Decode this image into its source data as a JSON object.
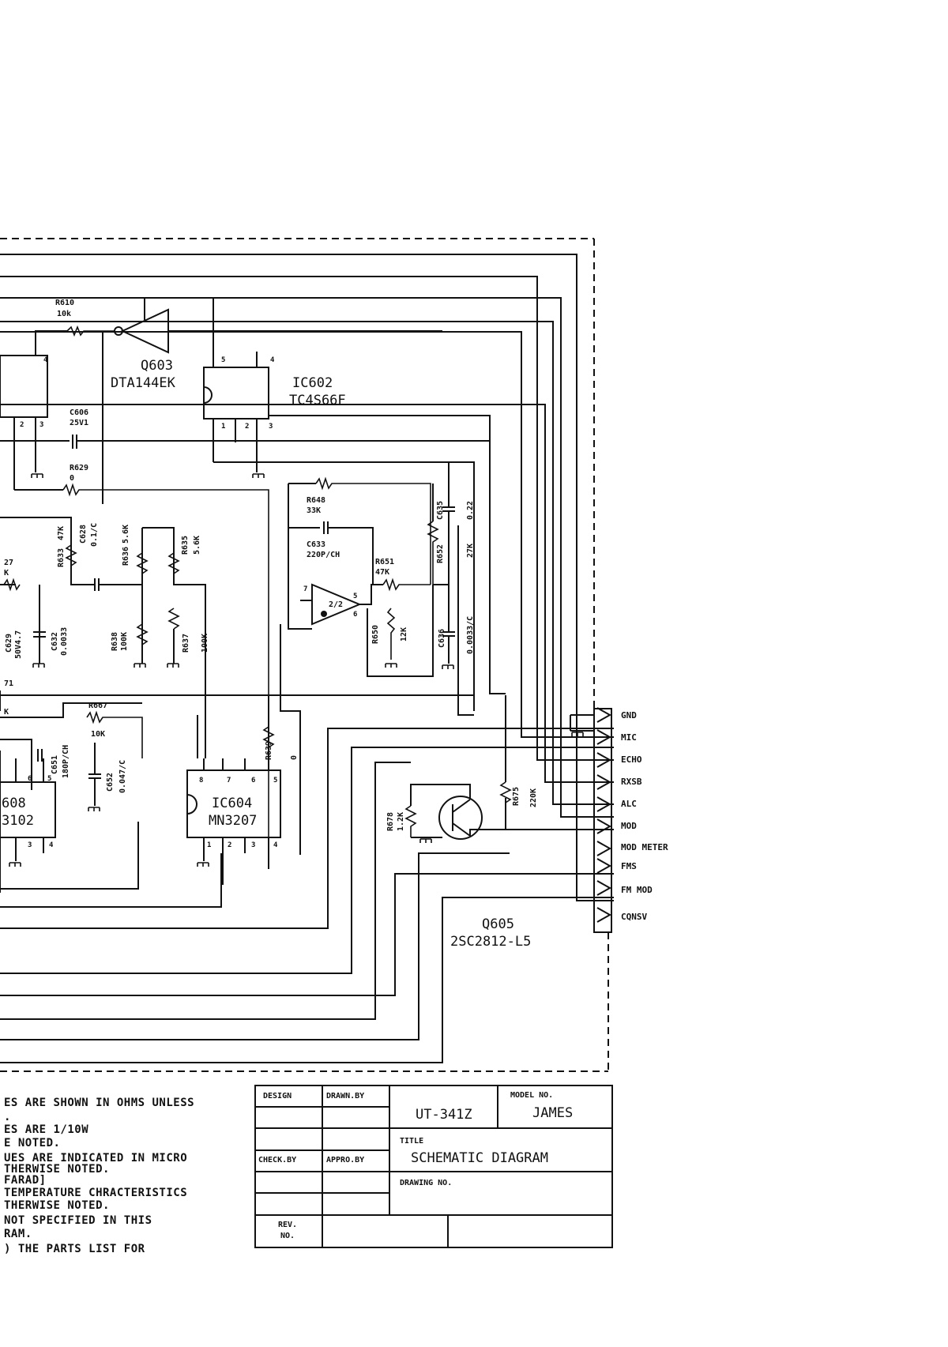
{
  "components": {
    "r610": {
      "ref": "R610",
      "value": "10k"
    },
    "q603": {
      "ref": "Q603",
      "part": "DTA144EK"
    },
    "ic602": {
      "ref": "IC602",
      "part": "TC4S66F",
      "pins": [
        "5",
        "4",
        "1",
        "2",
        "3"
      ]
    },
    "ic_left": {
      "pins": [
        "4",
        "2",
        "3"
      ]
    },
    "c606": {
      "ref": "C606",
      "value": "25V1"
    },
    "r629": {
      "ref": "R629",
      "value": "0"
    },
    "r648": {
      "ref": "R648",
      "value": "33K"
    },
    "c633": {
      "ref": "C633",
      "value": "220P/CH"
    },
    "r651": {
      "ref": "R651",
      "value": "47K"
    },
    "r652": {
      "ref": "R652",
      "value": "27K"
    },
    "c635": {
      "ref": "C635",
      "value": "0.22"
    },
    "c636": {
      "ref": "C636",
      "value": "0.0033/C"
    },
    "r650": {
      "ref": "R650",
      "value": "12K"
    },
    "opamp": {
      "label": "2/2",
      "pins": [
        "7",
        "5",
        "6"
      ]
    },
    "r633": {
      "ref": "R633",
      "value": "47K"
    },
    "c628": {
      "ref": "C628",
      "value": "0.1/C"
    },
    "r636": {
      "ref": "R636",
      "value": "5.6K"
    },
    "r635": {
      "ref": "R635",
      "value": "5.6K"
    },
    "c629": {
      "ref": "C629",
      "value": "50V4.7"
    },
    "c632": {
      "ref": "C632",
      "value": "0.0033"
    },
    "r638": {
      "ref": "R638",
      "value": "100K"
    },
    "r637": {
      "ref": "R637",
      "value": "100K"
    },
    "r667": {
      "ref": "R667",
      "value": "10K"
    },
    "c651": {
      "ref": "C651",
      "value": "180P/CH"
    },
    "c652": {
      "ref": "C652",
      "value": "0.047/C"
    },
    "r639": {
      "ref": "R639",
      "value": "0"
    },
    "ic604": {
      "ref": "IC604",
      "part": "MN3207",
      "pins": [
        "8",
        "7",
        "6",
        "5",
        "1",
        "2",
        "3",
        "4"
      ]
    },
    "ic608": {
      "ref": "608",
      "part": "3102",
      "pins": [
        "6",
        "5",
        "3",
        "4"
      ]
    },
    "r678": {
      "ref": "R678",
      "value": "1.2K"
    },
    "r675": {
      "ref": "R675",
      "value": "220K"
    },
    "q605": {
      "ref": "Q605",
      "part": "2SC2812-L5"
    },
    "left_frag": {
      "r627": "27",
      "r627v": "K",
      "ref_a": "71",
      "ref_b": "K"
    }
  },
  "connector_labels": [
    "GND",
    "MIC",
    "ECHO",
    "RXSB",
    "ALC",
    "MOD",
    "MOD METER",
    "FMS",
    "FM MOD",
    "CQNSV"
  ],
  "notes": [
    "ES ARE SHOWN IN OHMS UNLESS",
    ".",
    "ES ARE   1/10W",
    "E NOTED.",
    "UES ARE INDICATED IN MICRO",
    "THERWISE NOTED.",
    "FARAD]",
    "TEMPERATURE CHRACTERISTICS",
    "THERWISE NOTED.",
    " NOT SPECIFIED IN THIS",
    "RAM.",
    ") THE PARTS LIST FOR"
  ],
  "title_block": {
    "design": "DESIGN",
    "drawn_by": "DRAWN.BY",
    "check_by": "CHECK.BY",
    "appro_by": "APPRO.BY",
    "rev": "REV.",
    "rev_no": "NO.",
    "model_no_label": "MODEL NO.",
    "model_no": "JAMES",
    "drawing_code": "UT-341Z",
    "title_label": "TITLE",
    "title": "SCHEMATIC DIAGRAM",
    "drawing_no_label": "DRAWING NO."
  }
}
